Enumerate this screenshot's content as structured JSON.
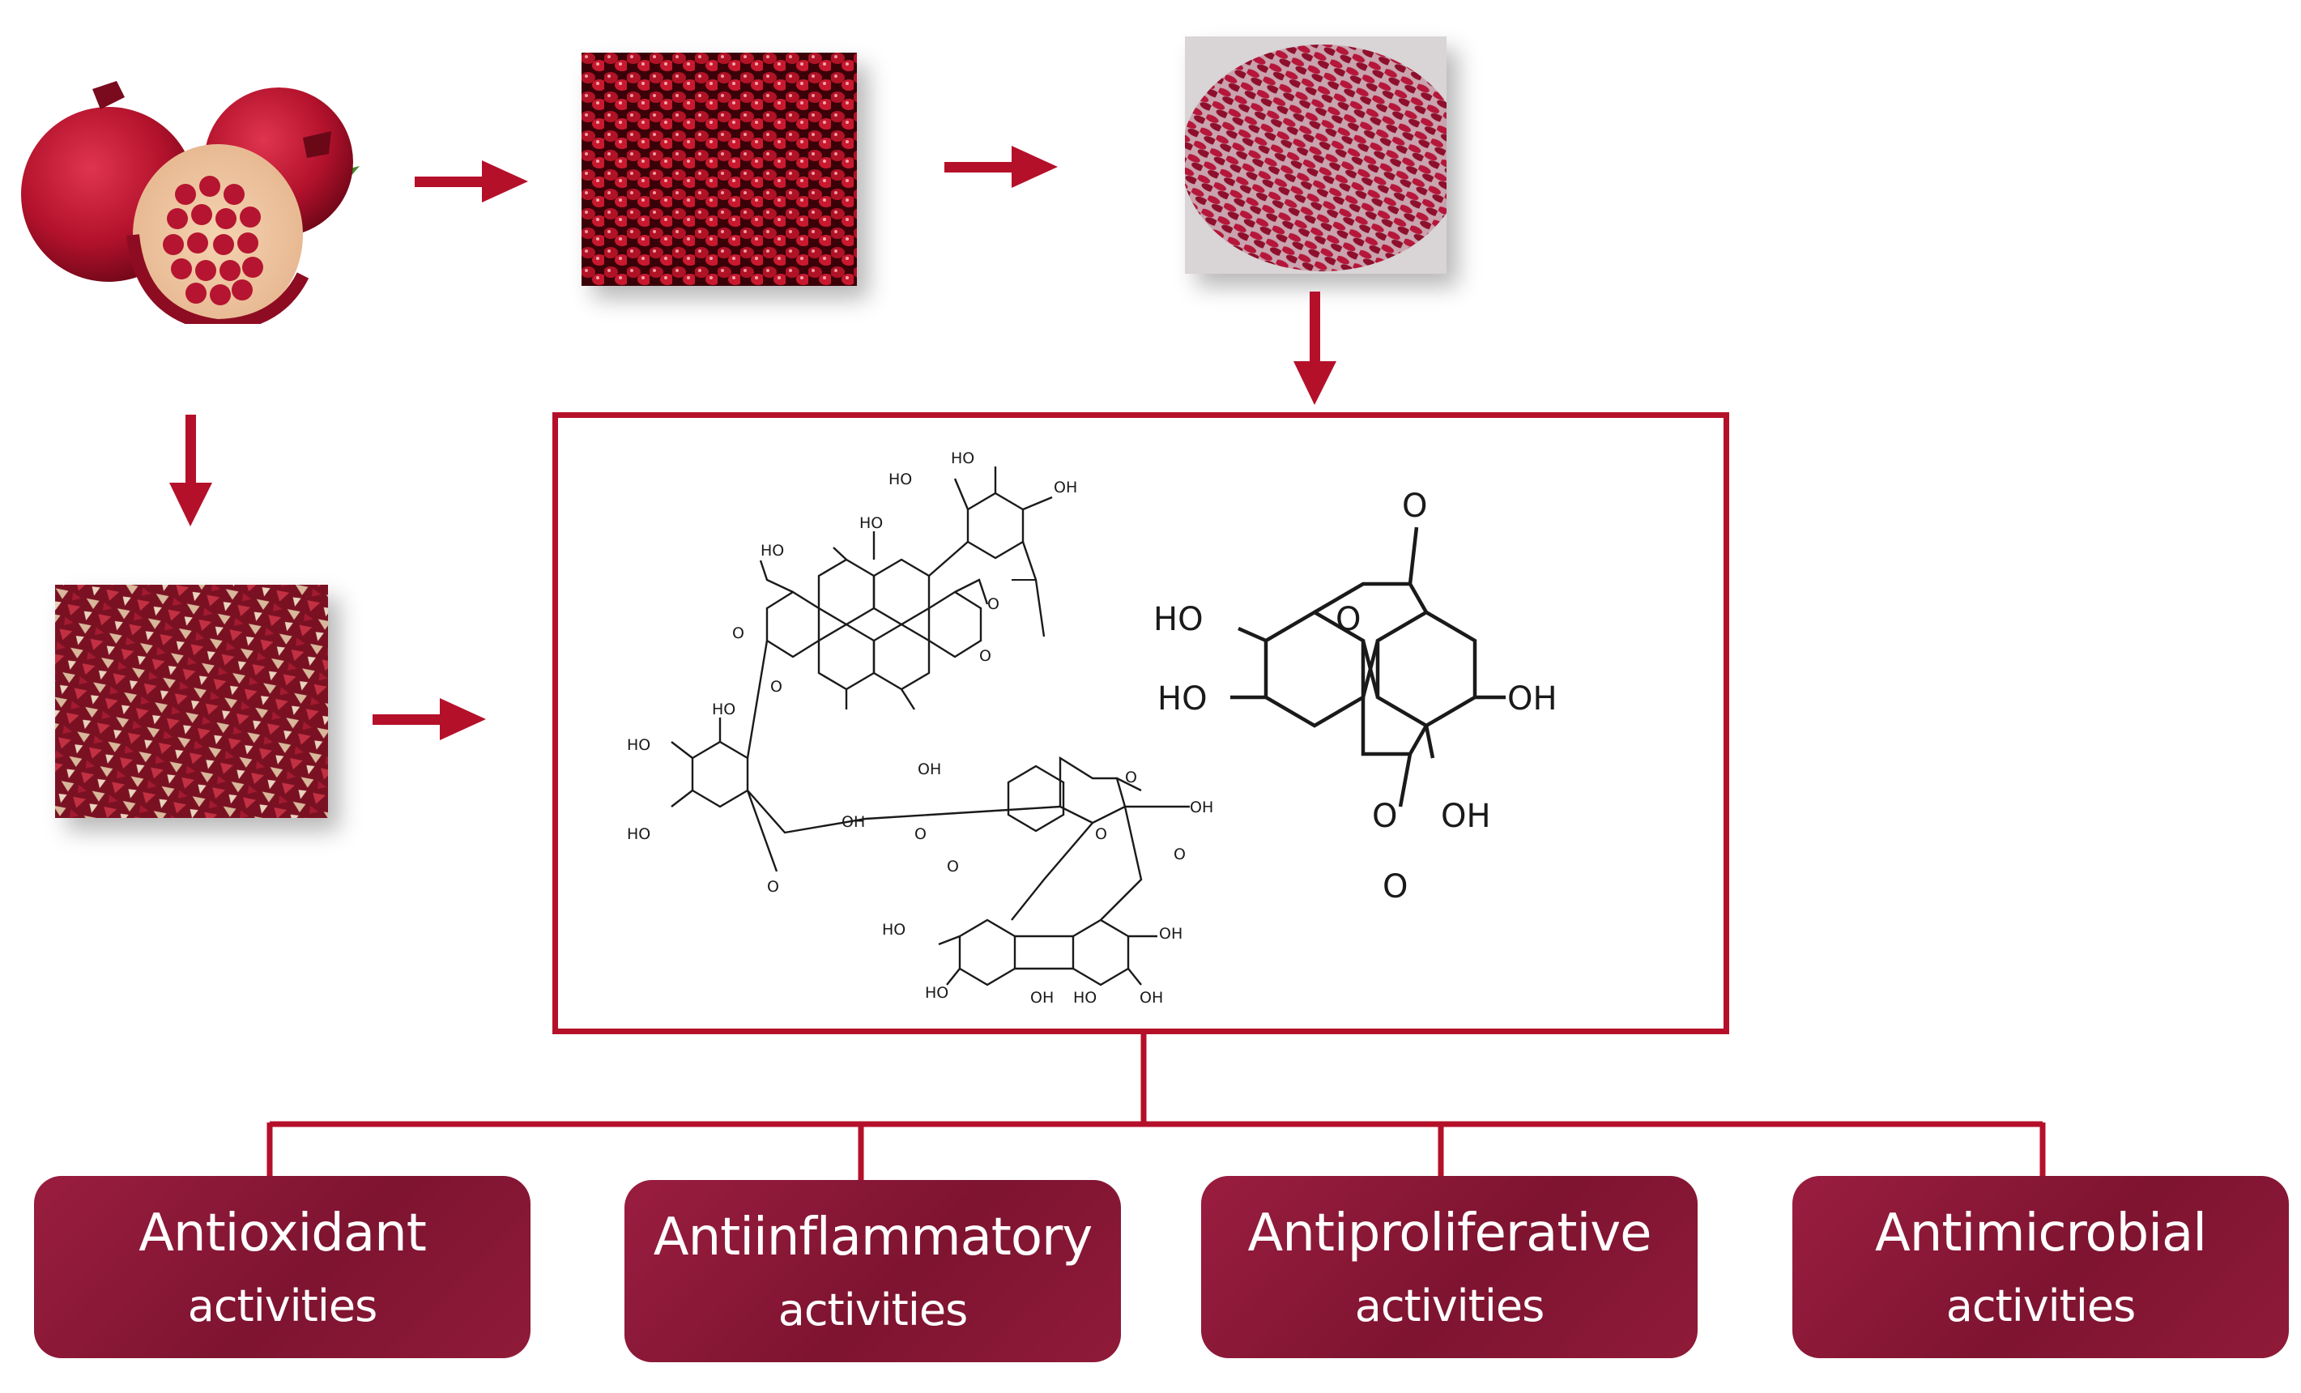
{
  "colors": {
    "accent": "#b5102a",
    "activity_bg": "#8a1736",
    "activity_text": "#ffffff"
  },
  "images": [
    {
      "name": "whole-pomegranate-image"
    },
    {
      "name": "pomegranate-arils-image"
    },
    {
      "name": "pomegranate-seeds-image"
    },
    {
      "name": "dried-peel-image"
    }
  ],
  "punicalagin_labels": [
    "HO",
    "HO",
    "OH",
    "HO",
    "HO",
    "O",
    "O",
    "O",
    "O",
    "HO",
    "HO",
    "HO",
    "OH",
    "OH",
    "O",
    "OH",
    "O",
    "O",
    "O",
    "O",
    "O",
    "HO",
    "HO",
    "OH",
    "OH",
    "HO",
    "OH"
  ],
  "ellagic_labels": [
    "O",
    "HO",
    "O",
    "HO",
    "OH",
    "OH",
    "O",
    "O"
  ],
  "activities": [
    {
      "line1": "Antioxidant",
      "line2": "activities"
    },
    {
      "line1": "Antiinflammatory",
      "line2": "activities"
    },
    {
      "line1": "Antiproliferative",
      "line2": "activities"
    },
    {
      "line1": "Antimicrobial",
      "line2": "activities"
    }
  ]
}
